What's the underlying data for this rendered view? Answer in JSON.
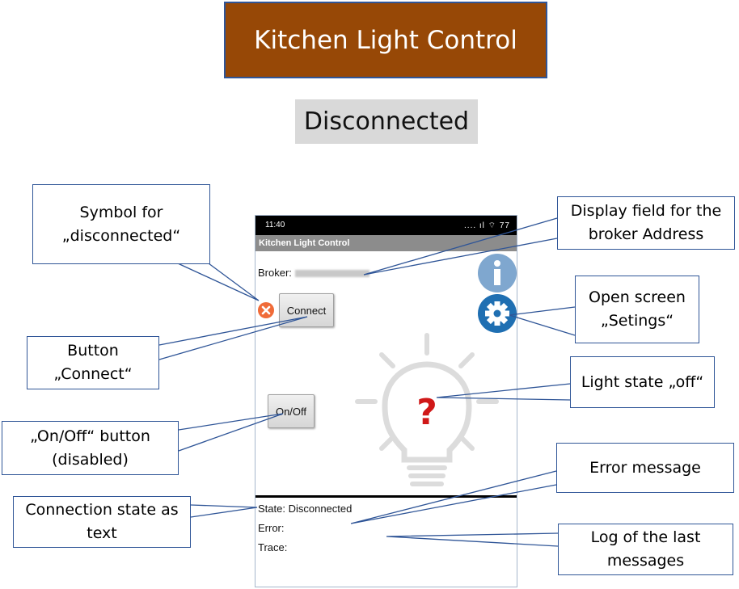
{
  "header": {
    "title": "Kitchen Light Control"
  },
  "connection_banner": {
    "status": "Disconnected"
  },
  "phone": {
    "statusbar": {
      "time": "11:40",
      "icons": "....  ıl  ⌔  77"
    },
    "app_title": "Kitchen Light Control",
    "broker_label": "Broker:",
    "connect_label": "Connect",
    "onoff_label": "On/Off",
    "bulb_symbol": "?",
    "state_line": "State: Disconnected",
    "error_line": "Error:",
    "trace_line": "Trace:"
  },
  "callouts": {
    "disconnected_symbol": {
      "line1": "Symbol for",
      "line2": "„disconnected“"
    },
    "broker_field": {
      "line1": "Display field for the",
      "line2": "broker Address"
    },
    "settings": {
      "line1": "Open screen",
      "line2": "„Setings“"
    },
    "connect_button": {
      "line1": "Button",
      "line2": "„Connect“"
    },
    "light_state": {
      "line1": "Light state „off“"
    },
    "onoff_button": {
      "line1": "„On/Off“ button",
      "line2": "(disabled)"
    },
    "error_message": {
      "line1": "Error message"
    },
    "connection_text": {
      "line1": "Connection state as",
      "line2": "text"
    },
    "log": {
      "line1": "Log of the last",
      "line2": "messages"
    }
  },
  "colors": {
    "title_bg": "#974806",
    "callout_border": "#2f5597",
    "icon_blue": "#1f6fb2",
    "error_orange": "#f06b38",
    "bulb_question": "#d01818"
  }
}
